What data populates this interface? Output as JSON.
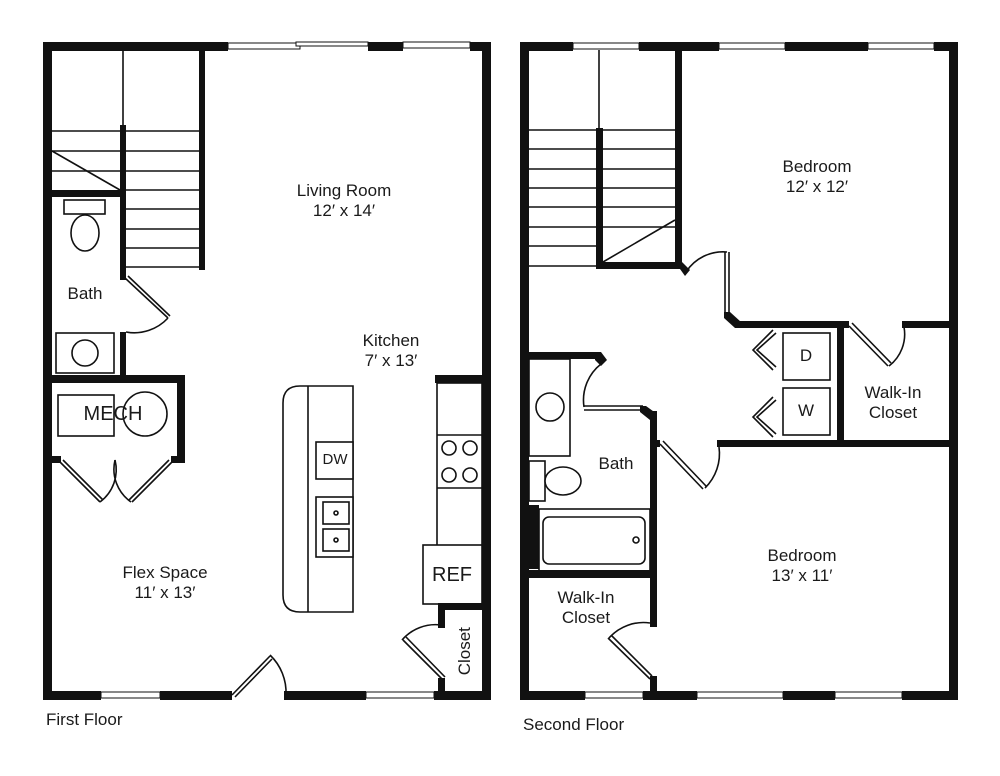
{
  "first_floor": {
    "caption": "First Floor",
    "rooms": {
      "living_room": {
        "name": "Living Room",
        "size": "12′ x 14′"
      },
      "kitchen": {
        "name": "Kitchen",
        "size": "7′ x 13′"
      },
      "flex_space": {
        "name": "Flex Space",
        "size": "11′ x 13′"
      },
      "bath": {
        "name": "Bath"
      },
      "closet": {
        "name": "Closet"
      }
    },
    "appliances": {
      "mech": "MECH",
      "dishwasher": "DW",
      "refrigerator": "REF"
    }
  },
  "second_floor": {
    "caption": "Second Floor",
    "rooms": {
      "bedroom_1": {
        "name": "Bedroom",
        "size": "12′ x 12′"
      },
      "bedroom_2": {
        "name": "Bedroom",
        "size": "13′ x 11′"
      },
      "bath": {
        "name": "Bath"
      },
      "walk_in_closet_1": {
        "line1": "Walk-In",
        "line2": "Closet"
      },
      "walk_in_closet_2": {
        "line1": "Walk-In",
        "line2": "Closet"
      }
    },
    "appliances": {
      "dryer": "D",
      "washer": "W"
    }
  }
}
